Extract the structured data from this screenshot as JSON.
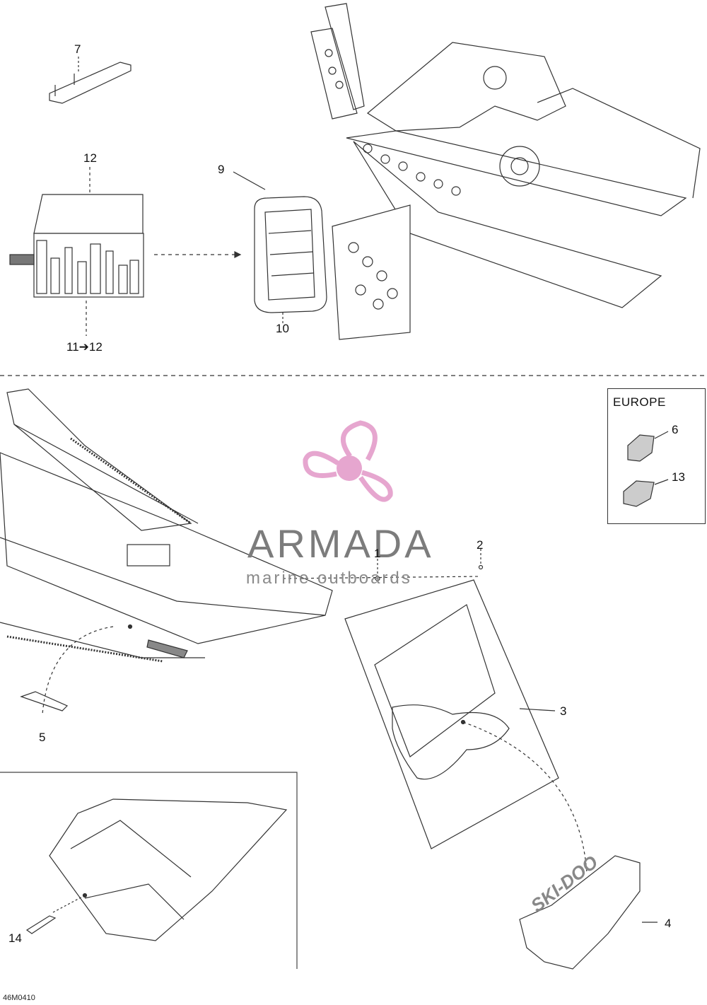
{
  "callouts": {
    "c1": "1",
    "c2": "2",
    "c3": "3",
    "c4": "4",
    "c5": "5",
    "c6": "6",
    "c7": "7",
    "c9": "9",
    "c10": "10",
    "c11_12": "11➔12",
    "c12": "12",
    "c13": "13",
    "c14": "14"
  },
  "europe_box": {
    "label": "EUROPE"
  },
  "watermark": {
    "title": "ARMADA",
    "subtitle": "marine outboards",
    "color": "#e6a6cf"
  },
  "decal": {
    "text": "SKI-DOO"
  },
  "figure_code": "46M0410"
}
